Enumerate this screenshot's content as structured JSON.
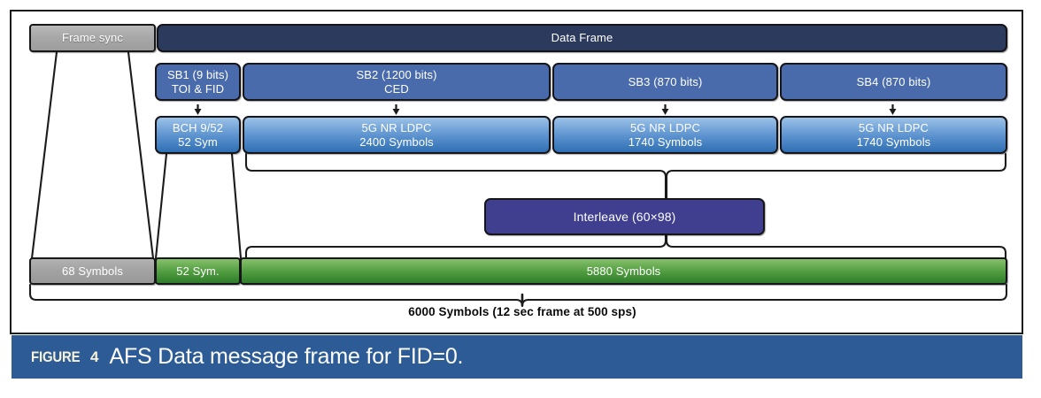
{
  "figure": {
    "kicker": "FIGURE",
    "number": "4",
    "caption": "AFS Data message frame for FID=0.",
    "caption_bar_color": "#2c5b96",
    "kicker_color": "#f7f2d8"
  },
  "diagram": {
    "type": "block-diagram",
    "title": "AFS Data message frame for FID=0",
    "row1": {
      "frame_sync": {
        "label": "Frame sync",
        "color": "#a8a8a8"
      },
      "data_frame": {
        "label": "Data Frame",
        "color": "#2c3a5d"
      }
    },
    "row2_subblocks": [
      {
        "label": "SB1 (9 bits)",
        "sublabel": "TOI & FID",
        "bits": 9,
        "color": "#4a6bab"
      },
      {
        "label": "SB2 (1200 bits)",
        "sublabel": "CED",
        "bits": 1200,
        "color": "#4a6bab"
      },
      {
        "label": "SB3 (870 bits)",
        "sublabel": "",
        "bits": 870,
        "color": "#4a6bab"
      },
      {
        "label": "SB4 (870 bits)",
        "sublabel": "",
        "bits": 870,
        "color": "#4a6bab"
      }
    ],
    "row3_encoders": [
      {
        "label": "BCH 9/52",
        "sublabel": "52 Sym",
        "symbols": 52,
        "color": "#5d93cf"
      },
      {
        "label": "5G NR LDPC",
        "sublabel": "2400 Symbols",
        "symbols": 2400,
        "color": "#5d93cf"
      },
      {
        "label": "5G NR LDPC",
        "sublabel": "1740 Symbols",
        "symbols": 1740,
        "color": "#5d93cf"
      },
      {
        "label": "5G NR LDPC",
        "sublabel": "1740 Symbols",
        "symbols": 1740,
        "color": "#5d93cf"
      }
    ],
    "interleave": {
      "label": "Interleave (60×98)",
      "rows": 60,
      "cols": 98,
      "color": "#3f3e8f"
    },
    "row4_output": [
      {
        "label": "68 Symbols",
        "symbols": 68,
        "color": "#a3a3a3"
      },
      {
        "label": "52 Sym.",
        "symbols": 52,
        "color": "#4f9b3f"
      },
      {
        "label": "5880 Symbols",
        "symbols": 5880,
        "color": "#4f9b3f"
      }
    ],
    "total_label": "6000 Symbols (12 sec frame at 500 sps)",
    "total_symbols": 6000
  }
}
